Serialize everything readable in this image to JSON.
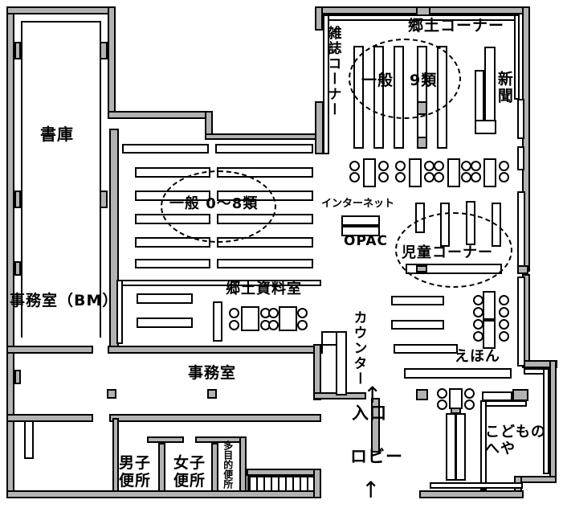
{
  "labels": {
    "stack_room": "書庫",
    "office_bm": "事務室（BM）",
    "office": "事務室",
    "local_corner": "郷土コーナー",
    "magazine_corner": "雑誌コーナー",
    "general_9": "一般　9類",
    "newspaper": "新聞",
    "internet": "インターネット",
    "opac": "OPAC",
    "children_corner": "児童コーナー",
    "general_0_8": "一般 0～8類",
    "local_materials_room": "郷土資料室",
    "counter": "カウンター",
    "entrance": "入口",
    "lobby": "ロビー",
    "picture_books": "えほん",
    "children_room": "こどもの\nへや",
    "mens_toilet": "男子\n便所",
    "womens_toilet": "女子\n便所",
    "multipurpose_toilet": "多目的便所",
    "arrow_up": "↑"
  },
  "colors": {
    "wall_fill": "#b3b3b3",
    "line": "#000000",
    "background": "#ffffff"
  }
}
